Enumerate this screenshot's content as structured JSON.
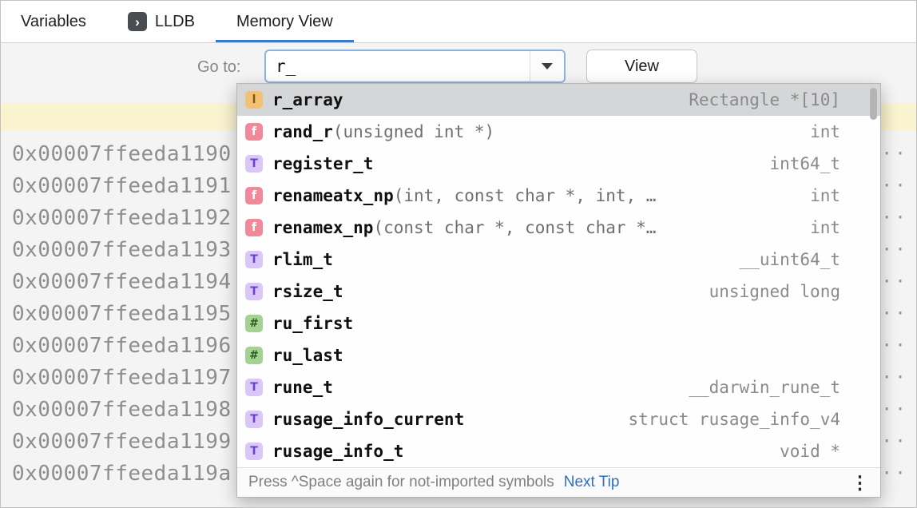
{
  "tabs": [
    {
      "label": "Variables"
    },
    {
      "label": "LLDB"
    },
    {
      "label": "Memory View"
    }
  ],
  "icons": {
    "lldb_glyph": "›",
    "kebab_glyph": "⋮"
  },
  "toolbar": {
    "goto_label": "Go to:",
    "combo_value": "r_",
    "view_button": "View"
  },
  "memory": {
    "rows": [
      {
        "address": "0x00007ffeeda1190",
        "ascii": "···"
      },
      {
        "address": "0x00007ffeeda1191",
        "ascii": "···"
      },
      {
        "address": "0x00007ffeeda1192",
        "ascii": "···"
      },
      {
        "address": "0x00007ffeeda1193",
        "ascii": "···"
      },
      {
        "address": "0x00007ffeeda1194",
        "ascii": "···"
      },
      {
        "address": "0x00007ffeeda1195",
        "ascii": "···"
      },
      {
        "address": "0x00007ffeeda1196",
        "ascii": "···"
      },
      {
        "address": "0x00007ffeeda1197",
        "ascii": "···"
      },
      {
        "address": "0x00007ffeeda1198",
        "ascii": "···"
      },
      {
        "address": "0x00007ffeeda1199",
        "ascii": "···"
      },
      {
        "address": "0x00007ffeeda119a",
        "ascii": "···"
      }
    ]
  },
  "completion": {
    "items": [
      {
        "kind": "variable",
        "letter": "l",
        "name": "r_array",
        "params": "",
        "type": "Rectangle *[10]",
        "selected": true
      },
      {
        "kind": "function",
        "letter": "f",
        "name": "rand_r",
        "params": "(unsigned int *)",
        "type": "int"
      },
      {
        "kind": "typedef",
        "letter": "T",
        "name": "register_t",
        "params": "",
        "type": "int64_t"
      },
      {
        "kind": "function",
        "letter": "f",
        "name": "renameatx_np",
        "params": "(int, const char *, int, …",
        "type": "int"
      },
      {
        "kind": "function",
        "letter": "f",
        "name": "renamex_np",
        "params": "(const char *, const char *…",
        "type": "int"
      },
      {
        "kind": "typedef",
        "letter": "T",
        "name": "rlim_t",
        "params": "",
        "type": "__uint64_t"
      },
      {
        "kind": "typedef",
        "letter": "T",
        "name": "rsize_t",
        "params": "",
        "type": "unsigned long"
      },
      {
        "kind": "macro",
        "letter": "#",
        "name": "ru_first",
        "params": "",
        "type": ""
      },
      {
        "kind": "macro",
        "letter": "#",
        "name": "ru_last",
        "params": "",
        "type": ""
      },
      {
        "kind": "typedef",
        "letter": "T",
        "name": "rune_t",
        "params": "",
        "type": "__darwin_rune_t"
      },
      {
        "kind": "typedef",
        "letter": "T",
        "name": "rusage_info_current",
        "params": "",
        "type": "struct rusage_info_v4"
      },
      {
        "kind": "typedef",
        "letter": "T",
        "name": "rusage_info_t",
        "params": "",
        "type": "void *"
      }
    ],
    "footer": {
      "hint": "Press ^Space again for not-imported symbols",
      "link": "Next Tip"
    }
  },
  "colors": {
    "accent_blue": "#3d79c9",
    "focus_border": "#8cb2e3",
    "selection_gray": "#d5d6d7",
    "highlight_yellow": "#f9f3d0",
    "link_blue": "#2e6fc1",
    "icon_variable_bg": "#f2c173",
    "icon_function_bg": "#f08a9b",
    "icon_typedef_bg": "#d9c7f8",
    "icon_macro_bg": "#a3d293"
  }
}
